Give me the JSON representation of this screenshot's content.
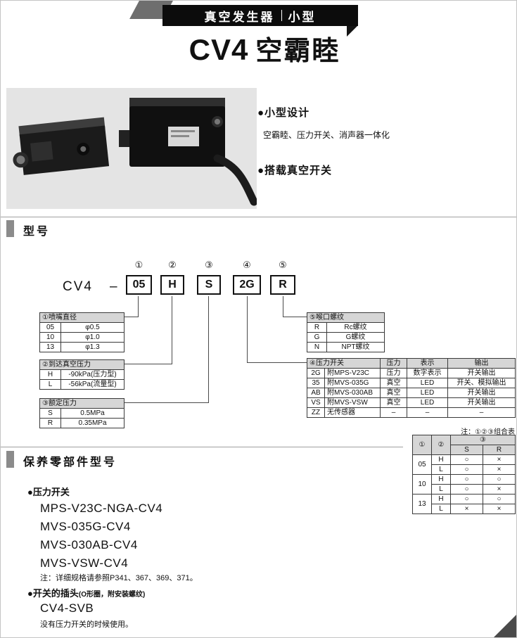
{
  "header": {
    "category": "真空发生器",
    "size": "小型",
    "title_code": "CV4",
    "title_name": "空霸睦"
  },
  "features": {
    "design_title": "●小型设计",
    "design_desc": "空霸睦、压力开关、消声器一体化",
    "switch_title": "●搭载真空开关"
  },
  "model_section": {
    "title": "型号",
    "prefix": "CV4",
    "dash": "–",
    "labels": [
      "①",
      "②",
      "③",
      "④",
      "⑤"
    ],
    "codes": [
      "05",
      "H",
      "S",
      "2G",
      "R"
    ]
  },
  "tables": {
    "nozzle": {
      "title": "①喷嘴直径",
      "rows": [
        [
          "05",
          "φ0.5"
        ],
        [
          "10",
          "φ1.0"
        ],
        [
          "13",
          "φ1.3"
        ]
      ]
    },
    "vacuum": {
      "title": "②到达真空压力",
      "rows": [
        [
          "H",
          "-90kPa(压力型)"
        ],
        [
          "L",
          "-56kPa(流量型)"
        ]
      ]
    },
    "rated": {
      "title": "③额定压力",
      "rows": [
        [
          "S",
          "0.5MPa"
        ],
        [
          "R",
          "0.35MPa"
        ]
      ]
    },
    "thread": {
      "title": "⑤喉口螺纹",
      "rows": [
        [
          "R",
          "Rc螺纹"
        ],
        [
          "G",
          "G螺纹"
        ],
        [
          "N",
          "NPT螺纹"
        ]
      ]
    },
    "pressure_switch": {
      "title": "④压力开关",
      "headers": [
        "压力",
        "表示",
        "输出"
      ],
      "rows": [
        [
          "2G",
          "附MPS-V23C",
          "压力",
          "数字表示",
          "开关输出"
        ],
        [
          "35",
          "附MVS-035G",
          "真空",
          "LED",
          "开关、模拟输出"
        ],
        [
          "AB",
          "附MVS-030AB",
          "真空",
          "LED",
          "开关输出"
        ],
        [
          "VS",
          "附MVS-VSW",
          "真空",
          "LED",
          "开关输出"
        ],
        [
          "ZZ",
          "无传感器",
          "–",
          "–",
          "–"
        ]
      ]
    },
    "combo": {
      "note": "注：①②③组合表",
      "h1": "①",
      "h2": "②",
      "h3": "③",
      "s": "S",
      "r": "R",
      "rows": [
        {
          "size": "05",
          "h": [
            "H",
            "○",
            "×"
          ],
          "l": [
            "L",
            "○",
            "×"
          ]
        },
        {
          "size": "10",
          "h": [
            "H",
            "○",
            "○"
          ],
          "l": [
            "L",
            "○",
            "×"
          ]
        },
        {
          "size": "13",
          "h": [
            "H",
            "○",
            "○"
          ],
          "l": [
            "L",
            "×",
            "×"
          ]
        }
      ]
    }
  },
  "maintenance": {
    "title": "保养零部件型号",
    "switch_heading": "●压力开关",
    "models": [
      "MPS-V23C-NGA-CV4",
      "MVS-035G-CV4",
      "MVS-030AB-CV4",
      "MVS-VSW-CV4"
    ],
    "note": "注：详细规格请参照P341、367、369、371。",
    "plug_heading": "●开关的插头",
    "plug_heading_sub": "(O形圈，附安装螺纹)",
    "plug_model": "CV4-SVB",
    "plug_note": "没有压力开关的时候使用。"
  }
}
